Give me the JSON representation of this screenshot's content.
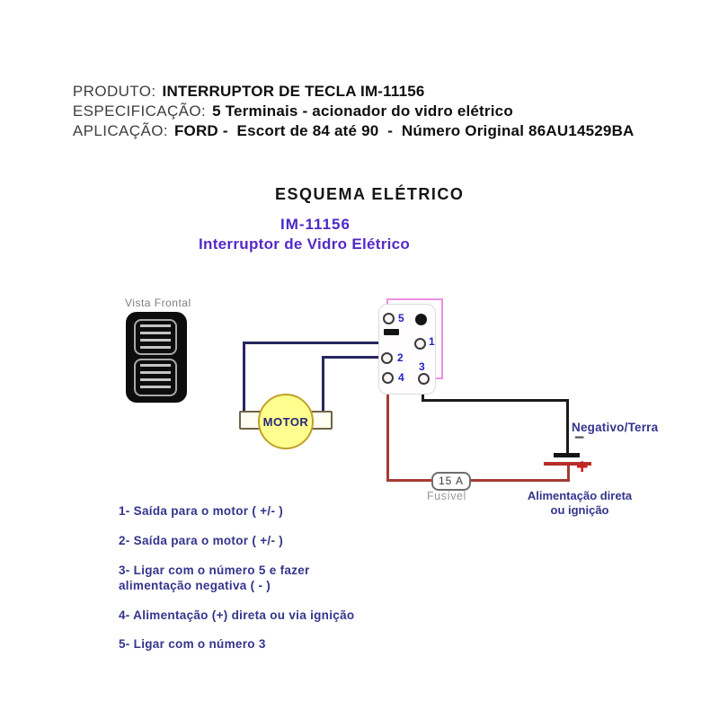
{
  "header": {
    "rows": [
      {
        "label": "PRODUTO:",
        "value": "INTERRUPTOR DE TECLA IM-11156"
      },
      {
        "label": "ESPECIFICAÇÃO:",
        "value": "5 Terminais - acionador do vidro elétrico"
      },
      {
        "label": "APLICAÇÃO:",
        "value": "FORD -  Escort de 84 até 90  -  Número Original 86AU14529BA"
      }
    ]
  },
  "title": {
    "main": "ESQUEMA ELÉTRICO",
    "model": "IM-11156",
    "subtitle": "Interruptor de Vidro Elétrico"
  },
  "diagram": {
    "front_view_label": "Vista Frontal",
    "motor_label": "MOTOR",
    "fuse_value": "15 A",
    "fuse_label": "Fusível",
    "negative_label": "Negativo/Terra",
    "feed_line1": "Alimentação direta",
    "feed_line2": "ou ignição",
    "minus_sign": "−",
    "plus_sign": "+",
    "terminals": [
      {
        "id": "5",
        "label": "5"
      },
      {
        "id": "1",
        "label": "1"
      },
      {
        "id": "2",
        "label": "2"
      },
      {
        "id": "4",
        "label": "4"
      },
      {
        "id": "3",
        "label": "3"
      }
    ]
  },
  "notes": {
    "lines": [
      "1- Saída para o motor ( +/- )",
      "2- Saída para o motor ( +/- )",
      "3- Ligar com o número 5 e fazer",
      "alimentação negativa ( - )",
      "4- Alimentação (+) direta ou via ignição",
      "5- Ligar com o número 3"
    ]
  },
  "colors": {
    "accent_purple": "#4a2bc4",
    "note_blue": "#34348c",
    "terminal_blue": "#2424c8",
    "wire_navy": "#26265e",
    "wire_red": "#a63b32",
    "wire_black": "#1b1b1b",
    "wire_pink": "#ec8fe2",
    "motor_yellow": "#ffff8f",
    "plus_red": "#cb1f1f"
  }
}
